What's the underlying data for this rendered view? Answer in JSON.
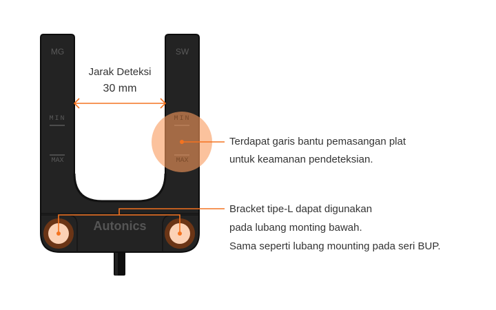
{
  "diagram": {
    "colors": {
      "body": "#232323",
      "body_edge": "#111111",
      "marking": "#5a5a5a",
      "accent": "#f47320",
      "highlight_fill": "#fbbf9a",
      "hole_ring": "#6b3516",
      "hole_fill": "#fcd2b6",
      "text": "#333333",
      "background": "#ffffff"
    },
    "sensor": {
      "left_arm_label": "MG",
      "right_arm_label": "SW",
      "min_label": "MIN",
      "max_label": "MAX",
      "brand": "Autonics"
    },
    "detection": {
      "title": "Jarak Deteksi",
      "value": "30 mm"
    },
    "callouts": [
      {
        "id": "guide-lines",
        "lines": [
          "Terdapat garis bantu pemasangan plat",
          "untuk keamanan pendeteksian."
        ]
      },
      {
        "id": "bracket",
        "lines": [
          "Bracket tipe-L dapat digunakan",
          "pada lubang monting bawah.",
          "Sama seperti lubang mounting pada seri BUP."
        ]
      }
    ]
  }
}
